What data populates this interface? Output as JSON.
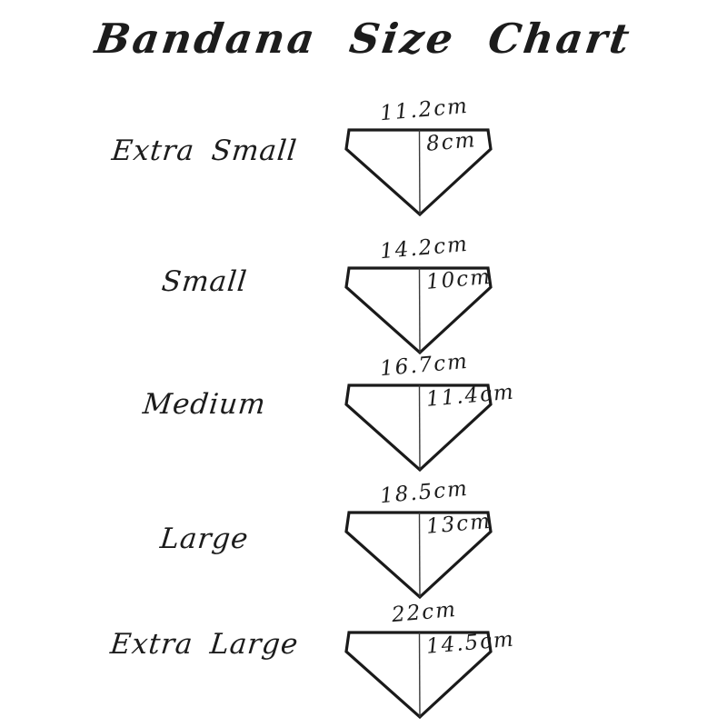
{
  "title": "Bandana Size Chart",
  "colors": {
    "ink": "#1c1c1c",
    "outline": "#1a1a1a",
    "fold_line": "#3a3a3a",
    "background": "#ffffff"
  },
  "diagram": {
    "shape_icon": "bandana-outline-icon",
    "unit": "cm"
  },
  "sizes": [
    {
      "label": "Extra Small",
      "width": "11.2cm",
      "height": "8cm"
    },
    {
      "label": "Small",
      "width": "14.2cm",
      "height": "10cm"
    },
    {
      "label": "Medium",
      "width": "16.7cm",
      "height": "11.4cm"
    },
    {
      "label": "Large",
      "width": "18.5cm",
      "height": "13cm"
    },
    {
      "label": "Extra Large",
      "width": "22cm",
      "height": "14.5cm"
    }
  ]
}
